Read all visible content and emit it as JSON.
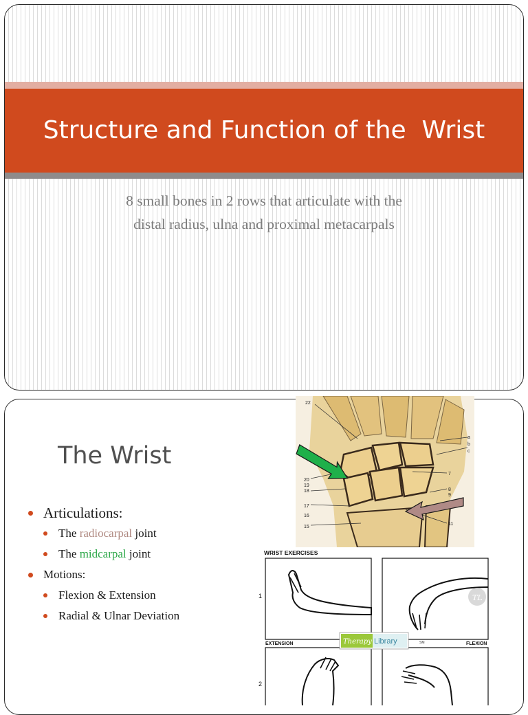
{
  "slide1": {
    "title": "Structure and Function of the  Wrist",
    "subtitle_lines": [
      "8 small bones in 2 rows that articulate with the",
      "distal radius, ulna and proximal metacarpals"
    ]
  },
  "slide2": {
    "title": "The Wrist",
    "articulations_label": "Articulations:",
    "articulation_items": [
      {
        "prefix": "The ",
        "highlight": "radiocarpal",
        "suffix": " joint"
      },
      {
        "prefix": "The ",
        "highlight": "midcarpal",
        "suffix": " joint"
      }
    ],
    "motions_label": "Motions:",
    "motion_items": [
      "Flexion & Extension",
      "Radial & Ulnar Deviation"
    ]
  },
  "xray_labels": [
    "22",
    "20",
    "19",
    "18",
    "17",
    "16",
    "15",
    "7",
    "8",
    "9",
    "11",
    "a",
    "b",
    "c"
  ],
  "exercise_sheet": {
    "title": "WRIST EXERCISES",
    "row1_number": "1",
    "row2_number": "2",
    "extension_label": "EXTENSION",
    "flexion_label": "FLEXION",
    "logo_therapy": "Therapy",
    "logo_library": "Library",
    "watermark": "TL",
    "partial_text": "SM"
  },
  "colors": {
    "title_band": "#d04a1e",
    "pink_band": "#e3aea2",
    "gray_band": "#8f8b8b",
    "radiocarpal": "#b08a82",
    "midcarpal": "#2ea84a",
    "green_arrow": "#1fb04a",
    "brown_arrow": "#b08a86"
  }
}
